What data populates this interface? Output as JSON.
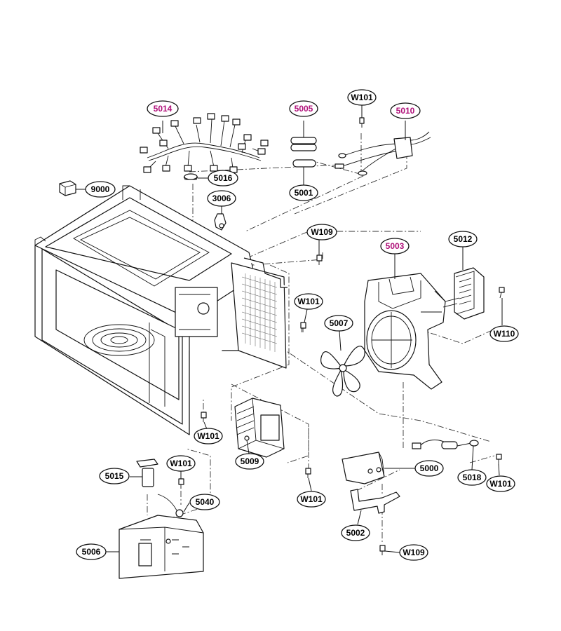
{
  "colors": {
    "line": "#111111",
    "callout_default": "#000000",
    "callout_highlight": "#b0127a"
  },
  "callouts": {
    "c5014": {
      "label": "5014",
      "highlight": true
    },
    "c5005": {
      "label": "5005",
      "highlight": true
    },
    "c5010": {
      "label": "5010",
      "highlight": true
    },
    "cW101a": {
      "label": "W101",
      "highlight": false
    },
    "c9000": {
      "label": "9000",
      "highlight": false
    },
    "c5016": {
      "label": "5016",
      "highlight": false
    },
    "c5001": {
      "label": "5001",
      "highlight": false
    },
    "c3006": {
      "label": "3006",
      "highlight": false
    },
    "cW109a": {
      "label": "W109",
      "highlight": false
    },
    "c5003": {
      "label": "5003",
      "highlight": true
    },
    "c5012": {
      "label": "5012",
      "highlight": false
    },
    "cW101b": {
      "label": "W101",
      "highlight": false
    },
    "c5007": {
      "label": "5007",
      "highlight": false
    },
    "cW110": {
      "label": "W110",
      "highlight": false
    },
    "cW101c": {
      "label": "W101",
      "highlight": false
    },
    "c5009": {
      "label": "5009",
      "highlight": false
    },
    "c5015": {
      "label": "5015",
      "highlight": false
    },
    "cW101d": {
      "label": "W101",
      "highlight": false
    },
    "c5040": {
      "label": "5040",
      "highlight": false
    },
    "cW101e": {
      "label": "W101",
      "highlight": false
    },
    "c5000": {
      "label": "5000",
      "highlight": false
    },
    "c5018": {
      "label": "5018",
      "highlight": false
    },
    "cW101f": {
      "label": "W101",
      "highlight": false
    },
    "c5002": {
      "label": "5002",
      "highlight": false
    },
    "c5006": {
      "label": "5006",
      "highlight": false
    },
    "cW109b": {
      "label": "W109",
      "highlight": false
    }
  }
}
